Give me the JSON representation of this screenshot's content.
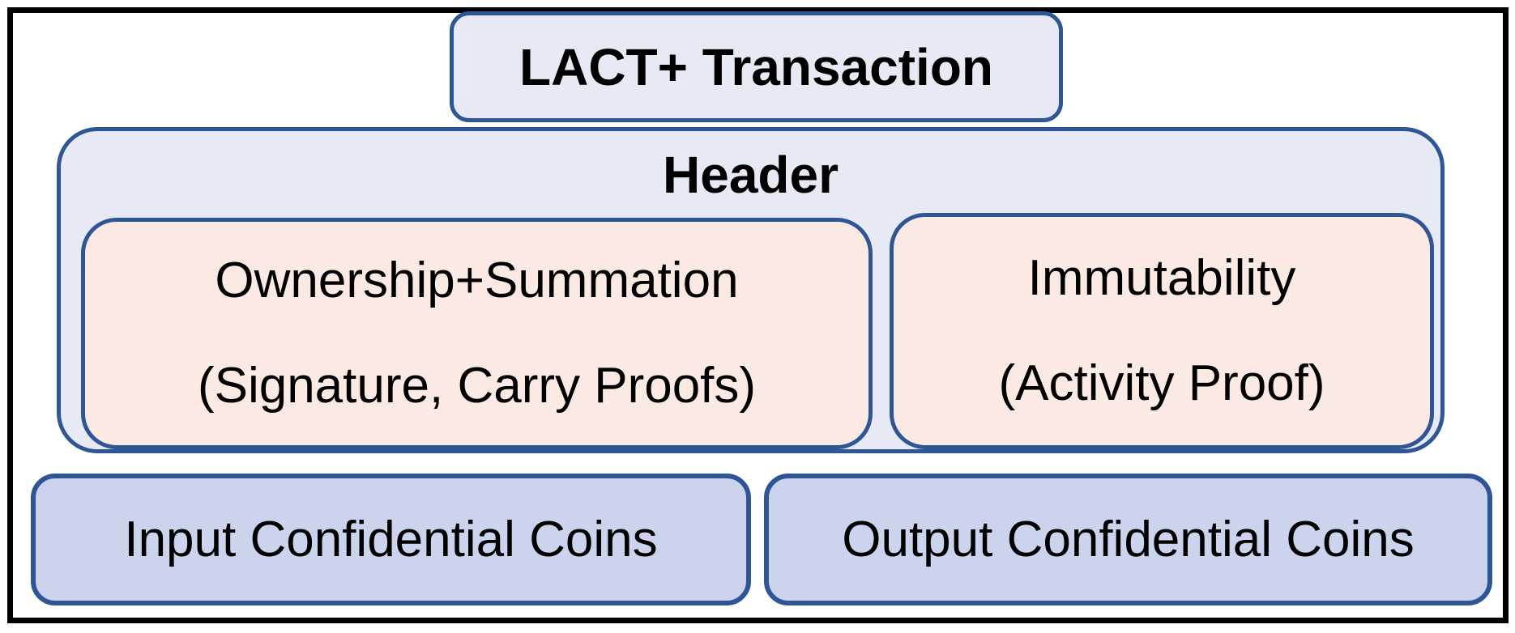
{
  "diagram": {
    "title": "LACT+ Transaction",
    "header": {
      "label": "Header",
      "children": [
        {
          "id": "ownership",
          "line1": "Ownership+Summation",
          "line2": "(Signature, Carry Proofs)"
        },
        {
          "id": "immutability",
          "line1": "Immutability",
          "line2": "(Activity Proof)"
        }
      ]
    },
    "coins": [
      {
        "id": "input",
        "label": "Input Confidential Coins"
      },
      {
        "id": "output",
        "label": "Output Confidential Coins"
      }
    ],
    "colors": {
      "border_blue": "#2E5596",
      "fill_lavender": "#E7EAF5",
      "fill_pink": "#FBE9E4",
      "fill_periwinkle": "#CCD3EC",
      "frame_black": "#000000",
      "text_black": "#000000"
    }
  }
}
